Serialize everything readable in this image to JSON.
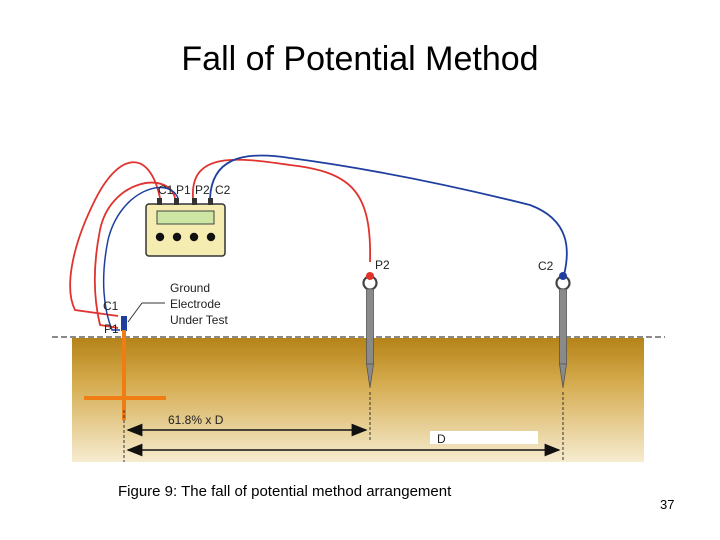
{
  "slide": {
    "title": "Fall of Potential Method",
    "caption": "Figure 9: The fall of potential method arrangement",
    "page_number": "37"
  },
  "diagram": {
    "meter_terminals": [
      "C1",
      "P1",
      "P2",
      "C2"
    ],
    "probe_p2_label": "P2",
    "probe_c2_label": "C2",
    "electrode_c1_label": "C1",
    "electrode_p1_label": "P1",
    "ground_label_line1": "Ground",
    "ground_label_line2": "Electrode",
    "ground_label_line3": "Under Test",
    "distance_p2": "61.8% x D",
    "distance_c2": "D",
    "colors": {
      "red_lead": "#e0332e",
      "blue_lead": "#1f3fa0",
      "electrode": "#f07d13",
      "soil_top": "#b58318",
      "soil_bottom": "#f3e7c2",
      "meter_body": "#f4ecb0",
      "meter_screen": "#cde6a4"
    }
  }
}
